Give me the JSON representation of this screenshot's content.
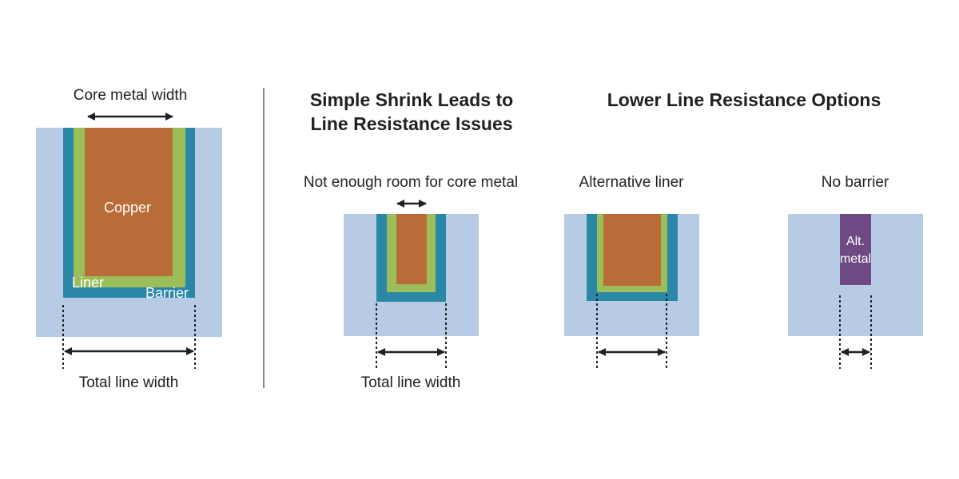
{
  "colors": {
    "dielectric": "#b7cbe5",
    "barrier": "#2a87a5",
    "liner": "#9bbe5a",
    "copper": "#b96b38",
    "alt_metal": "#6e4a85",
    "arrow": "#231f20"
  },
  "panel_1": {
    "core_width_label": "Core metal width",
    "copper_label": "Copper",
    "liner_label": "Liner",
    "barrier_label": "Barrier",
    "total_width_label": "Total line width"
  },
  "titles": {
    "shrink_line_1": "Simple Shrink Leads to",
    "shrink_line_2": "Line Resistance Issues",
    "options": "Lower Line Resistance Options"
  },
  "panel_2": {
    "caption": "Not enough room for core metal",
    "total_width_label": "Total line width"
  },
  "panel_3": {
    "caption": "Alternative liner"
  },
  "panel_4": {
    "caption": "No barrier",
    "metal_line_1": "Alt.",
    "metal_line_2": "metal"
  }
}
